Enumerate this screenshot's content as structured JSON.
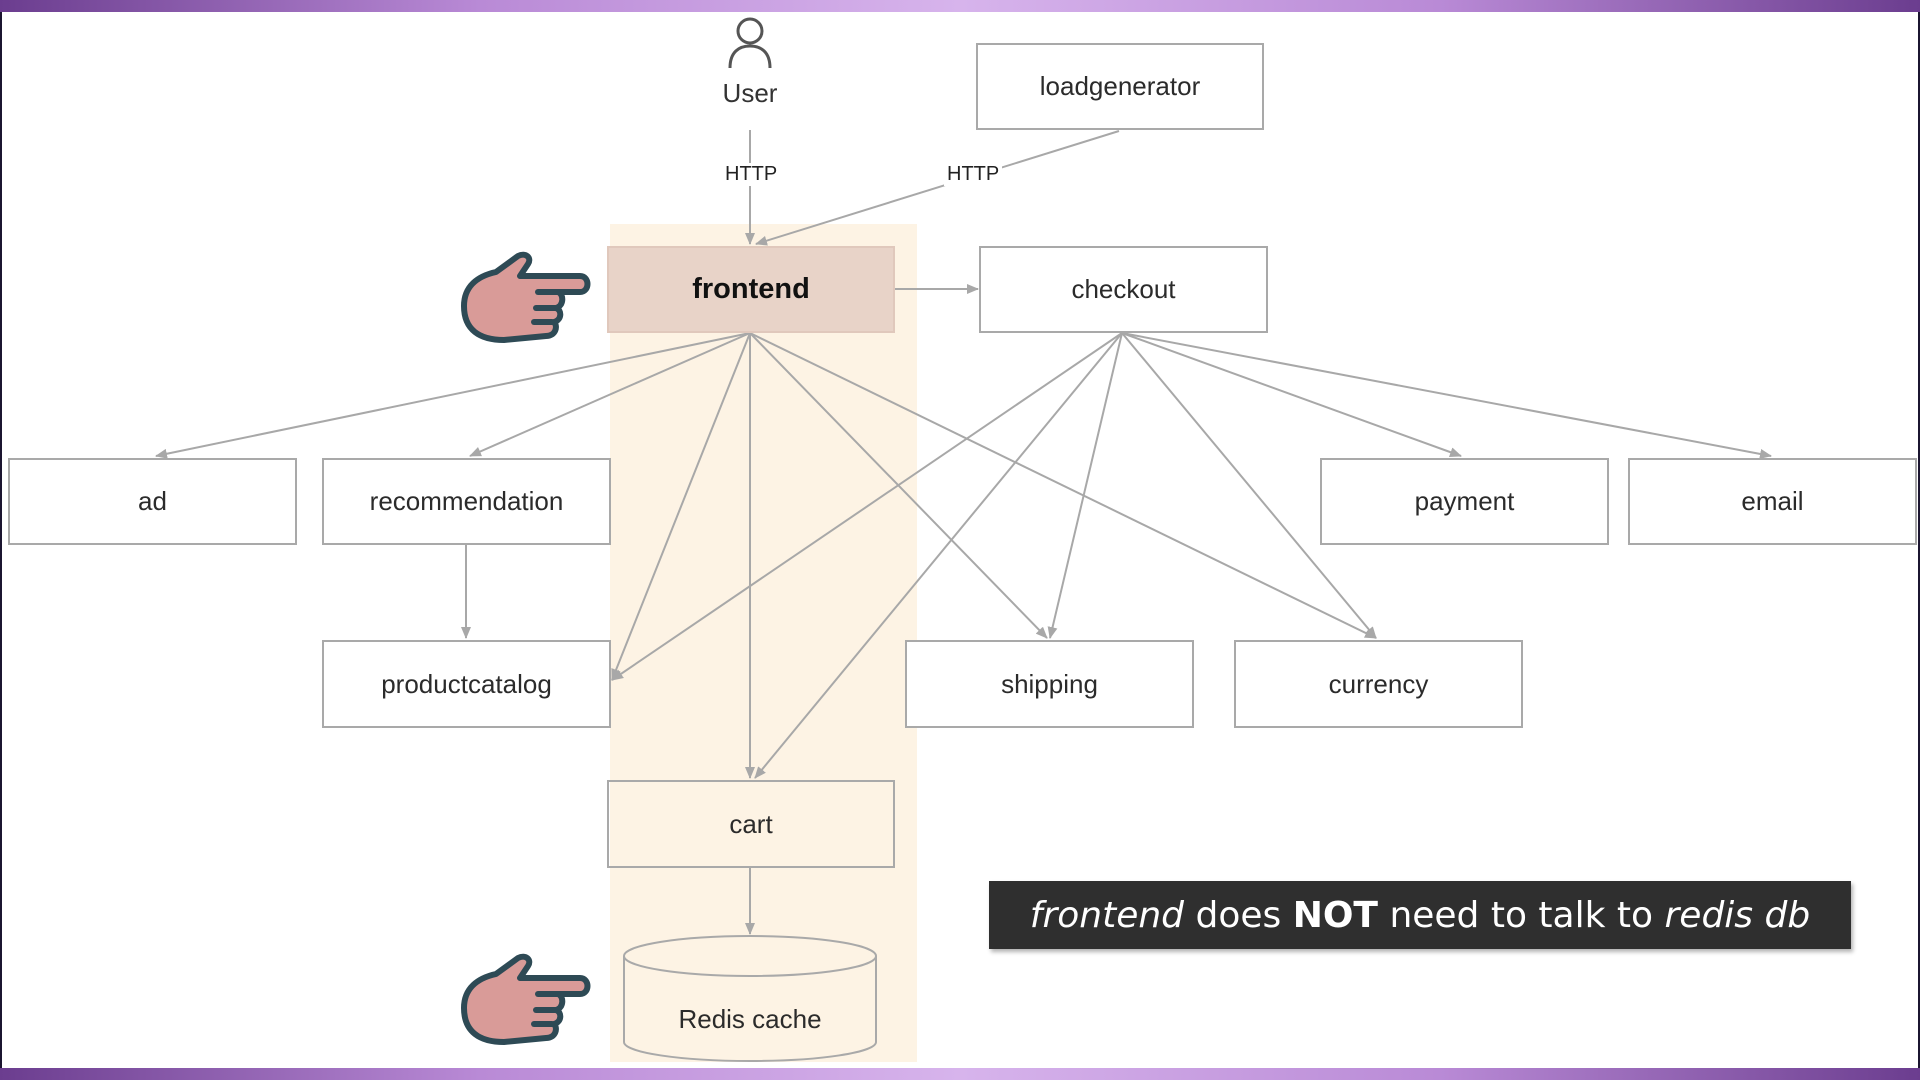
{
  "user": {
    "label": "User"
  },
  "http_labels": [
    "HTTP",
    "HTTP"
  ],
  "nodes": {
    "loadgenerator": "loadgenerator",
    "frontend": "frontend",
    "checkout": "checkout",
    "ad": "ad",
    "recommendation": "recommendation",
    "payment": "payment",
    "email": "email",
    "productcatalog": "productcatalog",
    "shipping": "shipping",
    "currency": "currency",
    "cart": "cart",
    "redis": "Redis cache"
  },
  "caption": {
    "part1": "frontend",
    "part2": " does ",
    "part3": "NOT",
    "part4": " need to talk to ",
    "part5": "redis db"
  },
  "colors": {
    "highlight_column": "#fdf3e4",
    "frontend_fill": "#e8d3c8",
    "hand_fill": "#d99b98",
    "hand_outline": "#2e4a55",
    "caption_bg": "#2f2f2f"
  }
}
